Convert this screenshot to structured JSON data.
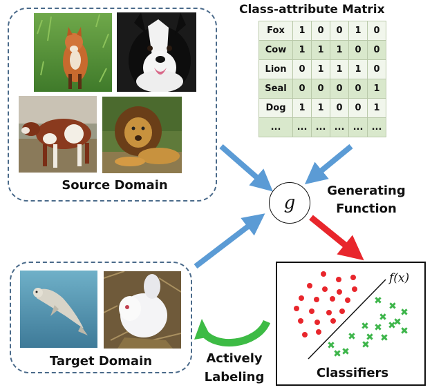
{
  "source_domain": {
    "label": "Source Domain",
    "images": [
      {
        "name": "fox-photo",
        "subject": "fox"
      },
      {
        "name": "dog-photo",
        "subject": "dog"
      },
      {
        "name": "cow-photo",
        "subject": "cow"
      },
      {
        "name": "lion-photo",
        "subject": "lion"
      }
    ]
  },
  "target_domain": {
    "label": "Target Domain",
    "images": [
      {
        "name": "seal-photo",
        "subject": "seal"
      },
      {
        "name": "rabbit-photo",
        "subject": "rabbit"
      }
    ]
  },
  "matrix": {
    "title": "Class-attribute Matrix",
    "rows": [
      {
        "name": "Fox",
        "values": [
          "1",
          "0",
          "0",
          "1",
          "0"
        ]
      },
      {
        "name": "Cow",
        "values": [
          "1",
          "1",
          "1",
          "0",
          "0"
        ]
      },
      {
        "name": "Lion",
        "values": [
          "0",
          "1",
          "1",
          "1",
          "0"
        ]
      },
      {
        "name": "Seal",
        "values": [
          "0",
          "0",
          "0",
          "0",
          "1"
        ]
      },
      {
        "name": "Dog",
        "values": [
          "1",
          "1",
          "0",
          "0",
          "1"
        ]
      },
      {
        "name": "...",
        "values": [
          "...",
          "...",
          "...",
          "...",
          "..."
        ]
      }
    ]
  },
  "generator": {
    "symbol": "g",
    "label_line1": "Generating",
    "label_line2": "Function"
  },
  "classifier": {
    "label": "Classifiers",
    "function_label": "f(x)"
  },
  "feedback": {
    "label_line1": "Actively",
    "label_line2": "Labeling"
  },
  "colors": {
    "blue_arrow": "#5b9bd5",
    "red_arrow": "#e8262c",
    "green_arrow": "#3dbb45",
    "red_points": "#e8262c",
    "green_points": "#3db54a",
    "dashed_border": "#4a6a8a"
  }
}
